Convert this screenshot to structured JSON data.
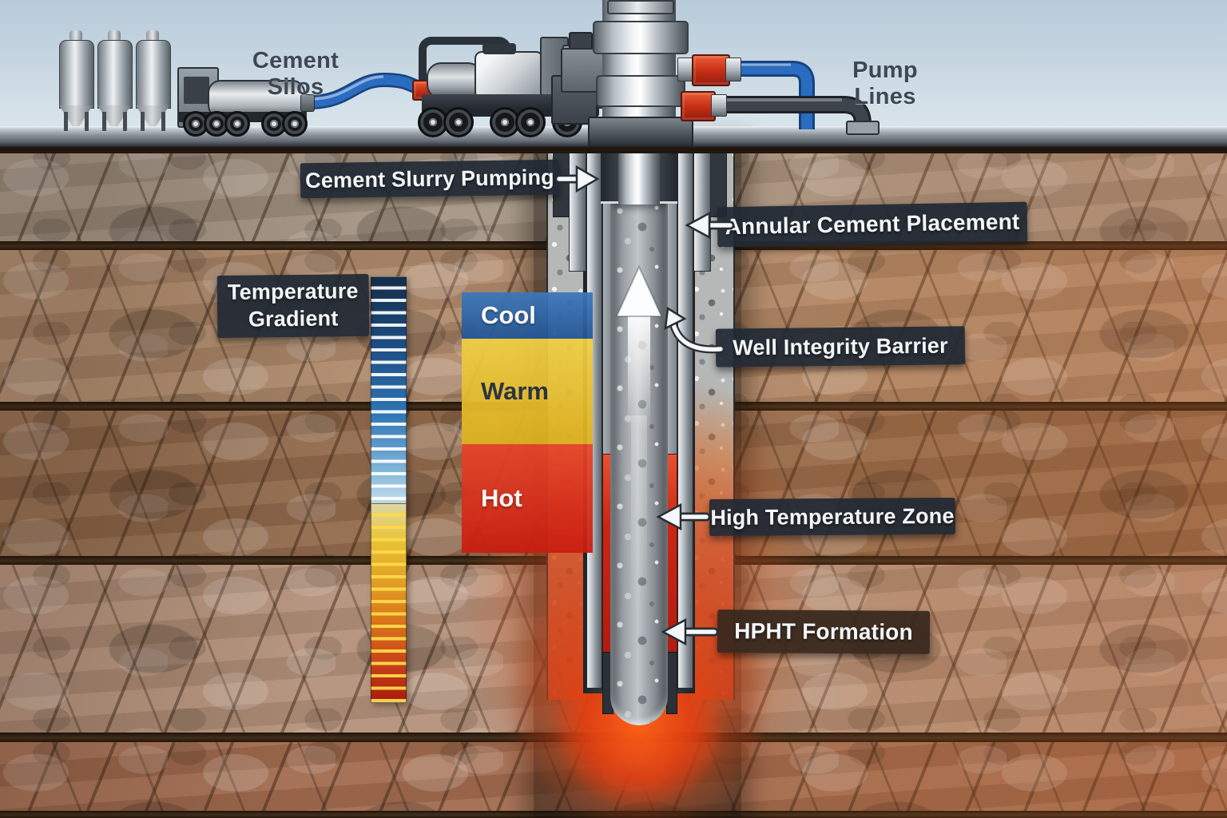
{
  "scene": {
    "surface_labels": {
      "cement_silos": "Cement Silos",
      "pump_lines": "Pump Lines"
    },
    "callouts": {
      "cement_slurry_pumping": "Cement Slurry Pumping",
      "annular_cement_placement": "Annular Cement Placement",
      "well_integrity_barrier": "Well Integrity Barrier",
      "high_temperature_zone": "High Temperature Zone",
      "hpht_formation": "HPHT Formation"
    },
    "temperature_scale": {
      "title": "Temperature Gradient",
      "legend": [
        {
          "label": "Cool",
          "color": "#2b64ab",
          "text_color": "#ffffff"
        },
        {
          "label": "Warm",
          "color": "#e9c32e",
          "text_color": "#27313f"
        },
        {
          "label": "Hot",
          "color": "#d92a18",
          "text_color": "#ffffff"
        }
      ],
      "bar_gradient_top_to_bottom": [
        "#132e4a",
        "#1d4d82",
        "#2e74b4",
        "#7fb5da",
        "#c8dfec",
        "#ddd9a6",
        "#e7c437",
        "#e19d24",
        "#d97318",
        "#c8441b",
        "#a81a0a"
      ]
    },
    "flow_direction_icon": "up-arrow",
    "accent_colors": {
      "label_box": "#202935",
      "hpht_box": "#3a2b21",
      "pipe_blue": "#2a6cc0",
      "coupling_red": "#cf3a22",
      "hot_glow": "#e2451a",
      "steel_light": "#d9dee2",
      "steel_dark": "#2b3137"
    }
  }
}
